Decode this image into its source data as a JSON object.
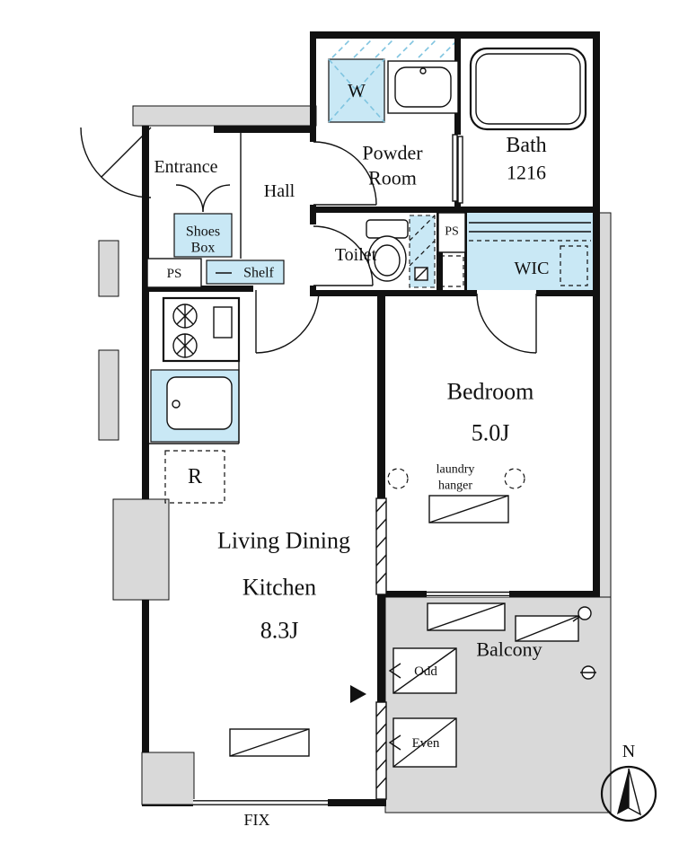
{
  "plan": {
    "entrance": "Entrance",
    "shoes_box_line1": "Shoes",
    "shoes_box_line2": "Box",
    "hall": "Hall",
    "shelf": "Shelf",
    "ps_entrance": "PS",
    "washer": "W",
    "powder_room_line1": "Powder",
    "powder_room_line2": "Room",
    "bath": "Bath",
    "bath_size": "1216",
    "toilet": "Toilet",
    "ps_wic": "PS",
    "wic": "WIC",
    "bedroom": "Bedroom",
    "bedroom_size": "5.0J",
    "laundry_line1": "laundry",
    "laundry_line2": "hanger",
    "ldk_line1": "Living Dining",
    "ldk_line2": "Kitchen",
    "ldk_size": "8.3J",
    "refrigerator": "R",
    "balcony": "Balcony",
    "hatch_odd": "Odd",
    "hatch_even": "Even",
    "fix_window": "FIX",
    "compass_north": "N"
  },
  "colors": {
    "wall": "#111111",
    "exterior_gray": "#d9d9d9",
    "water_blue": "#c9e8f5"
  }
}
